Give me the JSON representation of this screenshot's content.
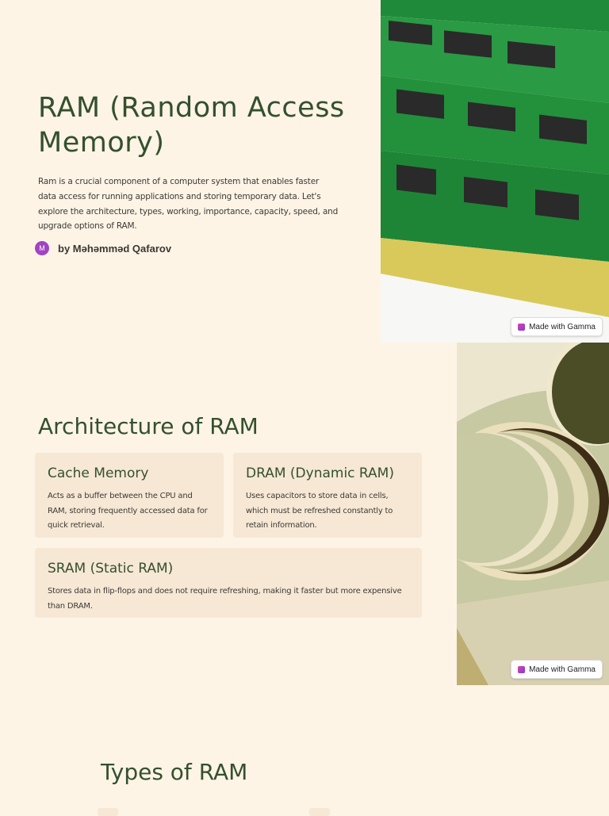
{
  "slides": [
    {
      "title": "RAM (Random Access Memory)",
      "description": "Ram is a crucial component of a computer system that enables faster data access for running applications and storing temporary data. Let's explore the architecture, types, working, importance, capacity, speed, and upgrade options of RAM.",
      "author": {
        "avatar_initial": "M",
        "name": "by Məhəmməd Qafarov"
      },
      "image": "ram-module-photo",
      "badge": "Made with Gamma"
    },
    {
      "title": "Architecture of RAM",
      "cards": [
        {
          "heading": "Cache Memory",
          "text": "Acts as a buffer between the CPU and RAM, storing frequently accessed data for quick retrieval."
        },
        {
          "heading": "DRAM (Dynamic RAM)",
          "text": "Uses capacitors to store data in cells, which must be refreshed constantly to retain information."
        },
        {
          "heading": "SRAM (Static RAM)",
          "text": "Stores data in flip-flops and does not require refreshing, making it faster but more expensive than DRAM."
        }
      ],
      "image": "abstract-curves-image",
      "badge": "Made with Gamma"
    },
    {
      "title": "Types of RAM"
    }
  ],
  "colors": {
    "background": "#fdf4e6",
    "title": "#34502e",
    "card": "#f6e8d5",
    "avatar": "#a044c2"
  }
}
